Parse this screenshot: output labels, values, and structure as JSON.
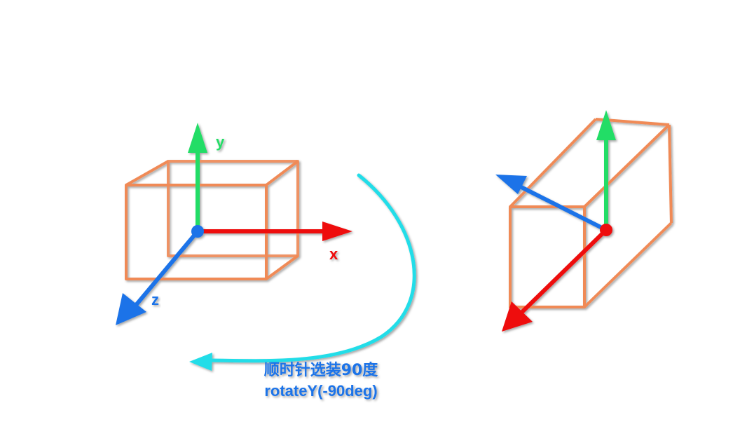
{
  "colors": {
    "box": "#f08a57",
    "x_axis": "#ee1111",
    "y_axis": "#22dd66",
    "z_axis": "#1a73e8",
    "rotation_arc": "#22dde8",
    "caption": "#1a73e8"
  },
  "left_diagram": {
    "axis_x_label": "x",
    "axis_y_label": "y",
    "axis_z_label": "z"
  },
  "caption": {
    "line1": "顺时针选装90度",
    "line2": "rotateY(-90deg)"
  }
}
